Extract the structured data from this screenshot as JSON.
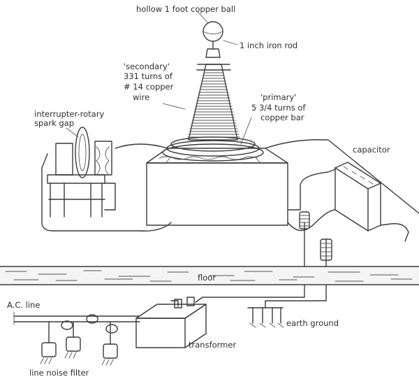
{
  "labels": {
    "ball": "hollow 1 foot copper ball",
    "rod": "1 inch iron rod",
    "secondary": [
      "'secondary'",
      "331 turns of",
      "# 14 copper",
      "wire"
    ],
    "primary": [
      "'primary'",
      "5 3/4 turns of",
      "copper bar"
    ],
    "gap": [
      "interrupter-rotary",
      "spark gap"
    ],
    "capacitor": "capacitor",
    "floor": "floor",
    "ac_line": "A.C. line",
    "earth": "earth ground",
    "transformer": "transformer",
    "filter": "line noise filter"
  },
  "colors": {
    "ink": "#3a3a3a",
    "paper": "#ffffff"
  }
}
